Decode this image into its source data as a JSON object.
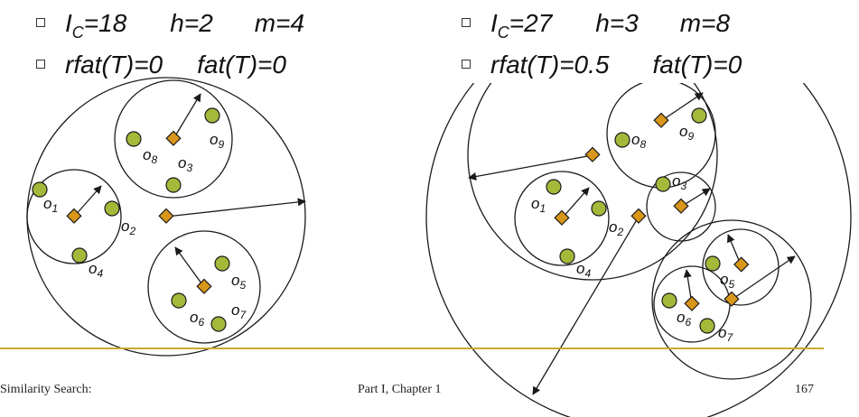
{
  "left": {
    "line1": {
      "ic_label": "I",
      "ic_sub": "C",
      "ic_val": "=18",
      "h": "h=2",
      "m": "m=4"
    },
    "line2": {
      "rfat": "rfat(T)=0",
      "fat": "fat(T)=0"
    },
    "objects": [
      {
        "name": "o",
        "sub": "1"
      },
      {
        "name": "o",
        "sub": "2"
      },
      {
        "name": "o",
        "sub": "3"
      },
      {
        "name": "o",
        "sub": "4"
      },
      {
        "name": "o",
        "sub": "5"
      },
      {
        "name": "o",
        "sub": "6"
      },
      {
        "name": "o",
        "sub": "7"
      },
      {
        "name": "o",
        "sub": "8"
      },
      {
        "name": "o",
        "sub": "9"
      }
    ]
  },
  "right": {
    "line1": {
      "ic_label": "I",
      "ic_sub": "C",
      "ic_val": "=27",
      "h": "h=3",
      "m": "m=8"
    },
    "line2": {
      "rfat": "rfat(T)=0.5",
      "fat": "fat(T)=0"
    },
    "objects": [
      {
        "name": "o",
        "sub": "1"
      },
      {
        "name": "o",
        "sub": "2"
      },
      {
        "name": "o",
        "sub": "3"
      },
      {
        "name": "o",
        "sub": "4"
      },
      {
        "name": "o",
        "sub": "5"
      },
      {
        "name": "o",
        "sub": "6"
      },
      {
        "name": "o",
        "sub": "7"
      },
      {
        "name": "o",
        "sub": "8"
      },
      {
        "name": "o",
        "sub": "9"
      }
    ]
  },
  "footer": {
    "left": "Similarity Search:",
    "center": "Part I, Chapter 1",
    "page": "167"
  },
  "colors": {
    "object_fill": "#a4b83a",
    "routing_fill": "#d8961a",
    "rule": "#c8aa32",
    "stroke": "#1a1a1a"
  }
}
